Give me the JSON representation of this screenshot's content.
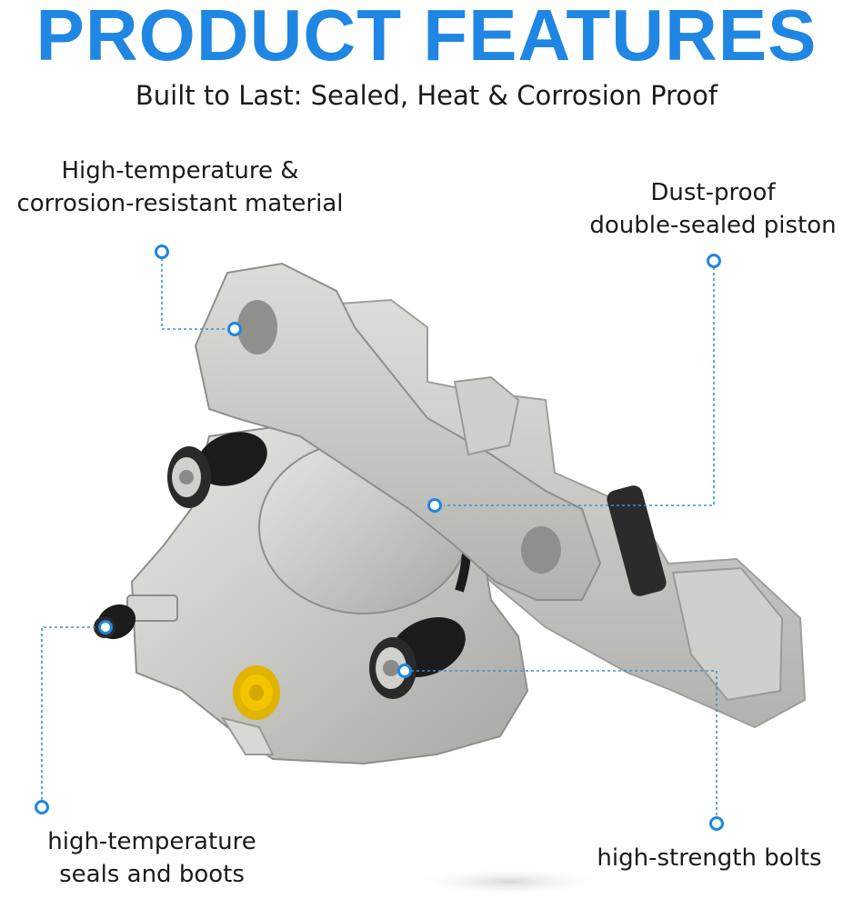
{
  "header": {
    "title": "PRODUCT FEATURES",
    "subtitle": "Built to Last: Sealed, Heat & Corrosion Proof"
  },
  "callouts": {
    "top_left": {
      "line1": "High-temperature &",
      "line2": "corrosion-resistant material"
    },
    "top_right": {
      "line1": "Dust-proof",
      "line2": "double-sealed piston"
    },
    "bottom_left": {
      "line1": "high-temperature",
      "line2": "seals and boots"
    },
    "bottom_right": {
      "line1": "high-strength bolts"
    }
  },
  "colors": {
    "accent": "#1f86e3",
    "text": "#1a1a1a",
    "caliper_metal": "#c9c9c5",
    "bleeder_cap": "#f4c400",
    "rubber_boot": "#1b1b1b"
  },
  "icons": {
    "callout_marker": "circle-marker-icon"
  }
}
